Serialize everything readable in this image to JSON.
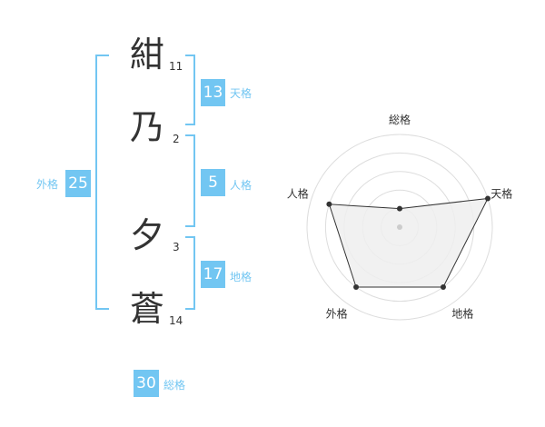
{
  "name": {
    "characters": [
      {
        "char": "紺",
        "strokes": "11"
      },
      {
        "char": "乃",
        "strokes": "2"
      },
      {
        "char": "夕",
        "strokes": "3"
      },
      {
        "char": "蒼",
        "strokes": "14"
      }
    ]
  },
  "fortune": {
    "tenkaku": {
      "value": "13",
      "label": "天格"
    },
    "jinkaku": {
      "value": "5",
      "label": "人格"
    },
    "chikaku": {
      "value": "17",
      "label": "地格"
    },
    "gaikaku": {
      "value": "25",
      "label": "外格"
    },
    "soukaku": {
      "value": "30",
      "label": "総格"
    }
  },
  "colors": {
    "accent": "#72c6f2",
    "text": "#333333",
    "radar_fill": "#efefef",
    "radar_line": "#333333",
    "grid": "#dddddd"
  },
  "chart_data": {
    "type": "radar",
    "axes": [
      "総格",
      "天格",
      "地格",
      "外格",
      "人格"
    ],
    "values": [
      1,
      5,
      4,
      4,
      4
    ],
    "rlim": [
      0,
      5
    ],
    "rings": 5
  }
}
